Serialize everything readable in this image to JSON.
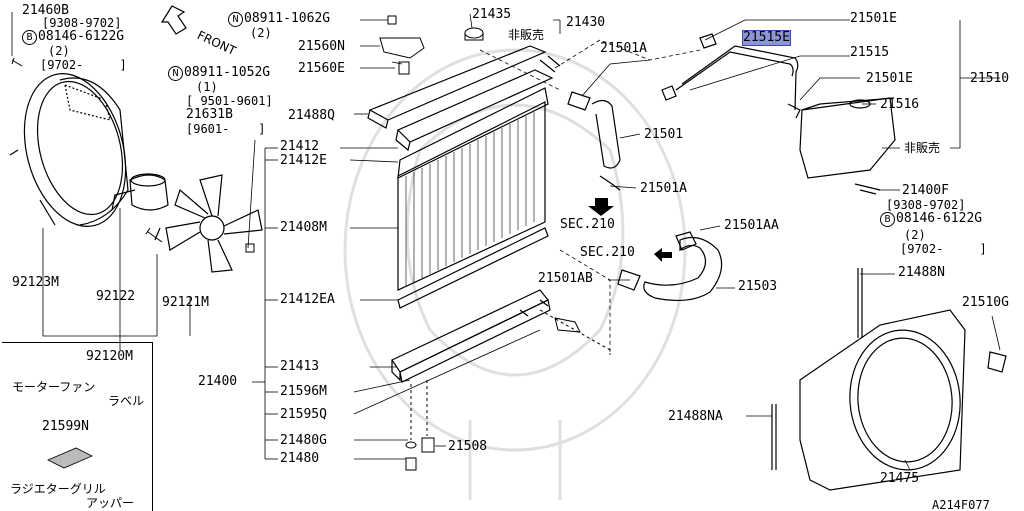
{
  "labels": {
    "b_symbol": "B",
    "n_symbol": "N",
    "l21460b": "21460B",
    "l21460b_range": "[9308-9702]",
    "b08146": "08146-6122G",
    "qty2": "(2)",
    "qty1": "(1)",
    "r9702": "[9702-     ]",
    "n08911_1052g": "08911-1052G",
    "r9501_9601": "[ 9501-9601]",
    "l21631b": "21631B",
    "r9601": "[9601-    ]",
    "front": "FRONT",
    "n08911_1062g": "08911-1062G",
    "l21560n": "21560N",
    "l21560e": "21560E",
    "l21488q": "21488Q",
    "l21435": "21435",
    "l21430": "21430",
    "not_sold": "非販売",
    "l21501a": "21501A",
    "l21501": "21501",
    "sec210": "SEC.210",
    "l21501aa": "21501AA",
    "l21501ab": "21501AB",
    "l21503": "21503",
    "l21501e": "21501E",
    "l21515e": "21515E",
    "l21515": "21515",
    "l21510": "21510",
    "l21516": "21516",
    "l21400f": "21400F",
    "r9308_9702": "[9308-9702]",
    "l21488n": "21488N",
    "l21510g": "21510G",
    "l21488na": "21488NA",
    "l21475": "21475",
    "figure_code": "A214F077",
    "l21412": "21412",
    "l21412e": "21412E",
    "l21408m": "21408M",
    "l21412ea": "21412EA",
    "l21413": "21413",
    "l21400": "21400",
    "l21596m": "21596M",
    "l21595q": "21595Q",
    "l21480g": "21480G",
    "l21508": "21508",
    "l21480": "21480",
    "l92123m": "92123M",
    "l92122": "92122",
    "l92121m": "92121M",
    "l92120m": "92120M",
    "motor_fan": "モーターファン",
    "label_word": "ラベル",
    "l21599n": "21599N",
    "radiator_grille": "ラジエターグリル",
    "upper": "アッパー"
  },
  "colors": {
    "highlight": "#8c96d6",
    "ink": "#000000",
    "background": "#ffffff"
  }
}
